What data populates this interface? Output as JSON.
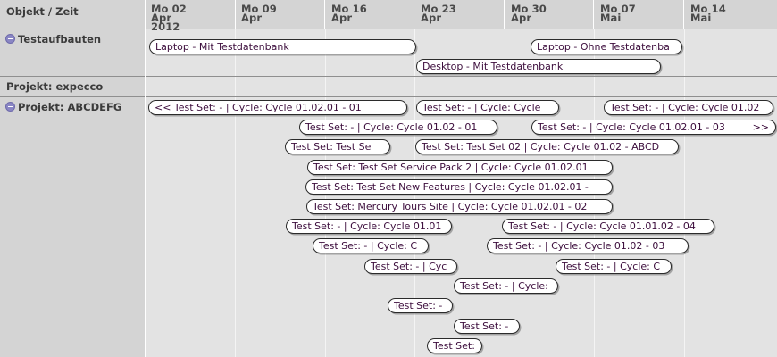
{
  "header": {
    "label_column_title": "Objekt / Zeit",
    "columns": [
      {
        "line1": "Mo 02",
        "line2": "Apr",
        "line3": "2012"
      },
      {
        "line1": "Mo 09",
        "line2": "Apr",
        "line3": ""
      },
      {
        "line1": "Mo 16",
        "line2": "Apr",
        "line3": ""
      },
      {
        "line1": "Mo 23",
        "line2": "Apr",
        "line3": ""
      },
      {
        "line1": "Mo 30",
        "line2": "Apr",
        "line3": ""
      },
      {
        "line1": "Mo 07",
        "line2": "Mai",
        "line3": ""
      },
      {
        "line1": "Mo 14",
        "line2": "Mai",
        "line3": ""
      }
    ]
  },
  "groups": [
    {
      "label": "Testaufbauten",
      "icon": "collapse-minus-icon",
      "has_icon": true
    },
    {
      "label": "Projekt: expecco",
      "icon": "",
      "has_icon": false
    },
    {
      "label": "Projekt: ABCDEFG",
      "icon": "collapse-minus-icon",
      "has_icon": true
    }
  ],
  "bars": [
    {
      "text": "Laptop - Mit Testdatenbank",
      "right": ""
    },
    {
      "text": "Laptop - Ohne Testdatenba",
      "right": ""
    },
    {
      "text": "Desktop - Mit Testdatenbank",
      "right": ""
    },
    {
      "text": "<< Test Set: - | Cycle: Cycle 01.02.01 - 01",
      "right": ""
    },
    {
      "text": "Test Set: - | Cycle: Cycle",
      "right": ""
    },
    {
      "text": "Test Set: - | Cycle: Cycle 01.02",
      "right": ""
    },
    {
      "text": "Test Set: - | Cycle: Cycle 01.02 - 01",
      "right": ""
    },
    {
      "text": "Test Set: - | Cycle: Cycle 01.02.01 - 03",
      "right": ">>"
    },
    {
      "text": "Test Set: Test Se",
      "right": ""
    },
    {
      "text": "Test Set: Test Set 02 | Cycle: Cycle 01.02 - ABCD",
      "right": ""
    },
    {
      "text": "Test Set: Test Set Service Pack 2 | Cycle: Cycle 01.02.01",
      "right": ""
    },
    {
      "text": "Test Set: Test Set New Features | Cycle: Cycle 01.02.01 -",
      "right": ""
    },
    {
      "text": "Test Set: Mercury Tours Site | Cycle: Cycle 01.02.01 - 02",
      "right": ""
    },
    {
      "text": "Test Set: - | Cycle: Cycle 01.01",
      "right": ""
    },
    {
      "text": "Test Set: - | Cycle: Cycle 01.01.02 - 04",
      "right": ""
    },
    {
      "text": "Test Set: - | Cycle: C",
      "right": ""
    },
    {
      "text": "Test Set: - | Cycle: Cycle 01.02 - 03",
      "right": ""
    },
    {
      "text": "Test Set: - | Cyc",
      "right": ""
    },
    {
      "text": "Test Set: - | Cycle: C",
      "right": ""
    },
    {
      "text": "Test Set: - | Cycle:",
      "right": ""
    },
    {
      "text": "Test Set: -",
      "right": ""
    },
    {
      "text": "Test Set: -",
      "right": ""
    },
    {
      "text": "Test Set:",
      "right": ""
    }
  ],
  "colors": {
    "header_background": "#d4d4d4",
    "timeline_background": "#e3e3e3",
    "grid_line": "#8f8f8f",
    "bar_fill": "#ffffff",
    "bar_border": "#2b2b2b",
    "bar_text": "#3c0d3c",
    "toggle_icon": "#8a86c4"
  }
}
